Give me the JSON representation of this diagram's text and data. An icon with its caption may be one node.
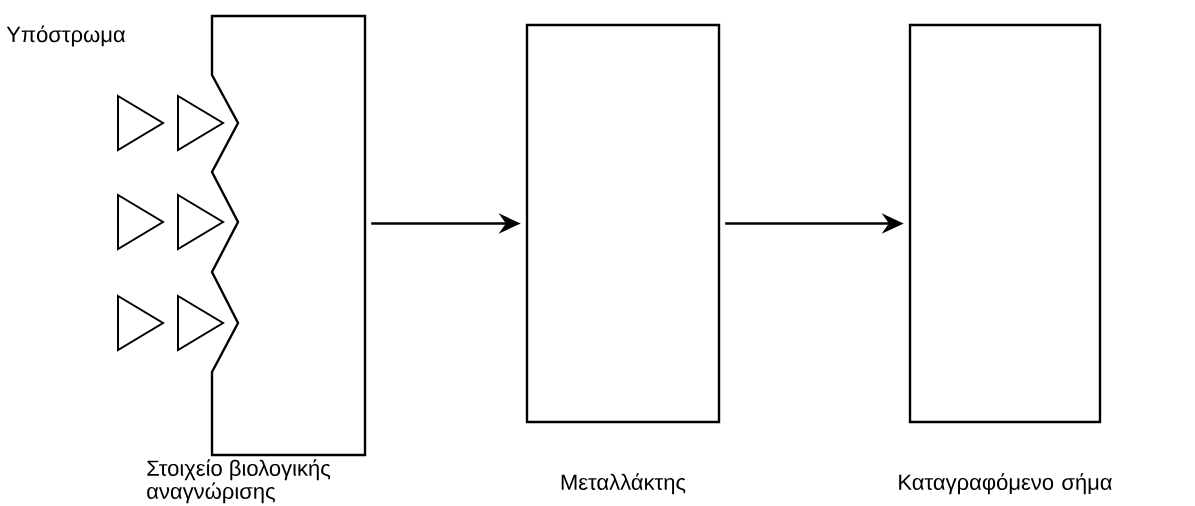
{
  "diagram": {
    "nodes": [
      {
        "text": [
          "Στοιχείο βιολογικής αναγνώρισης"
        ]
      },
      {
        "text": [
          "Μεταλλάκτης"
        ]
      },
      {
        "text": [
          "Καταγραφόμενο σήμα"
        ]
      }
    ],
    "edges": [
      {
        "from": 0,
        "to": 1,
        "arrow": "to"
      },
      {
        "from": 1,
        "to": 2,
        "arrow": "to"
      }
    ],
    "labels": [
      "Υπόστρωμα"
    ]
  }
}
